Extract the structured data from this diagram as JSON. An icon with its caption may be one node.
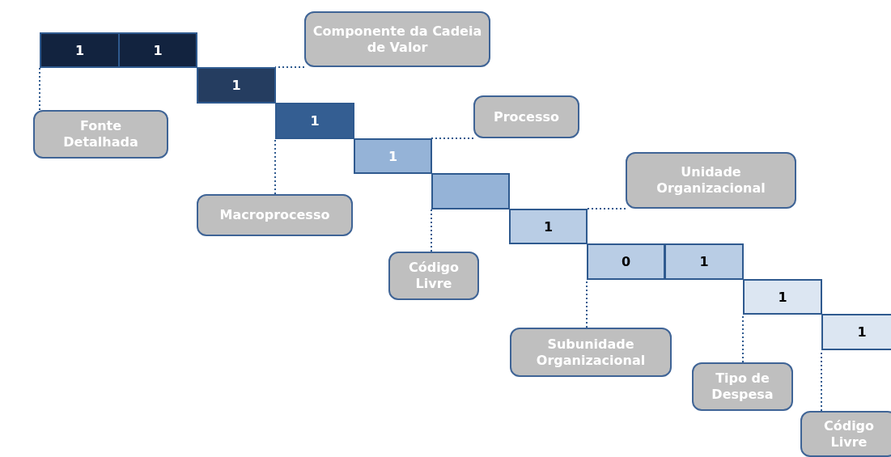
{
  "diagram": {
    "nodes": [
      {
        "text": [
          "1"
        ]
      },
      {
        "text": [
          "1"
        ]
      },
      {
        "text": [
          "1"
        ]
      },
      {
        "text": [
          "1"
        ]
      },
      {
        "text": [
          "1"
        ]
      },
      {
        "text": [],
        "shape": "box"
      },
      {
        "text": [
          "1"
        ]
      },
      {
        "text": [
          "0"
        ]
      },
      {
        "text": [
          "1"
        ]
      },
      {
        "text": [
          "1"
        ]
      },
      {
        "text": [
          "1"
        ]
      },
      {
        "text": [
          "Componente da Cadeia de Valor"
        ]
      },
      {
        "text": [
          "Fonte Detalhada"
        ]
      },
      {
        "text": [
          "Processo"
        ]
      },
      {
        "text": [
          "Macroprocesso"
        ]
      },
      {
        "text": [
          "Código Livre"
        ]
      },
      {
        "text": [
          "Unidade Organizacional"
        ]
      },
      {
        "text": [
          "Subunidade Organizacional"
        ]
      },
      {
        "text": [
          "Tipo de Despesa"
        ]
      },
      {
        "text": [
          "Código Livre"
        ]
      }
    ],
    "edges": [
      {
        "from": 11,
        "to": 2,
        "arrow": "none"
      },
      {
        "from": 12,
        "to": 0,
        "arrow": "none"
      },
      {
        "from": 13,
        "to": 4,
        "arrow": "none"
      },
      {
        "from": 14,
        "to": 3,
        "arrow": "none"
      },
      {
        "from": 15,
        "to": 5,
        "arrow": "none"
      },
      {
        "from": 16,
        "to": 6,
        "arrow": "none"
      },
      {
        "from": 17,
        "to": 7,
        "arrow": "none"
      },
      {
        "from": 18,
        "to": 9,
        "arrow": "none"
      },
      {
        "from": 19,
        "to": 10,
        "arrow": "none"
      }
    ]
  }
}
